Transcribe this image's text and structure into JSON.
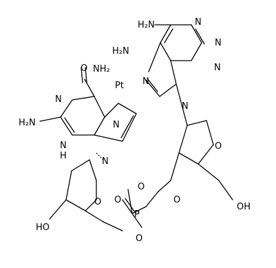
{
  "atoms": {
    "a_h2n_top": "H₂N",
    "a_n_top_right": "N",
    "a_n_top_mid": "N",
    "a_n_adenine_right": "N",
    "a_nh2_mid": "H₂N",
    "a_o_guanine": "O",
    "a_nh_left": "NH₂",
    "a_pt": "Pt",
    "a_n_adenine_left": "N",
    "a_n_adenine_bottom": "N",
    "a_n_guanine_ring": "N",
    "a_h2n_guanine": "H₂N",
    "a_n_guanine_right": "N",
    "a_hn_guanine": "N",
    "a_h_guanine": "H",
    "a_n_imid": "N",
    "a_o_ring_right": "O",
    "a_o_minus": "O",
    "a_o_phos_dbl": "O",
    "a_p": "P",
    "a_oh_right": "OH",
    "a_o_phos_right": "O",
    "a_o_ring_left": "O",
    "a_ho_left": "HO",
    "a_o_phos_left": "O"
  }
}
